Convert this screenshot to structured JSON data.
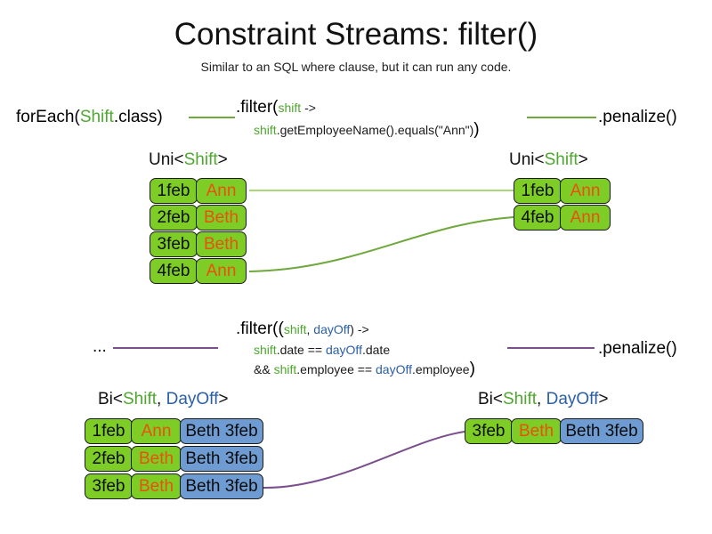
{
  "slide": {
    "title": "Constraint Streams: filter()",
    "subtitle": "Similar to an SQL where clause, but it can run any code."
  },
  "colors": {
    "green_fill": "#7DCD26",
    "blue_fill": "#6E9BD1",
    "shift_token": "#4EA72E",
    "dayoff_token": "#2A5FA8",
    "name_text": "#E8520E",
    "green_line": "#6FA83C",
    "light_green_line": "#A8D878",
    "purple_line": "#7B4F8E",
    "box_border": "#1b1b1b"
  },
  "pipeline_uni": {
    "source_label_prefix": "forEach(",
    "source_label_type": "Shift",
    "source_label_suffix": ".class)",
    "filter_open": ".filter(",
    "filter_param": "shift",
    "filter_arrow": " ->",
    "filter_body_var": "shift",
    "filter_body_rest": ".getEmployeeName().equals(\"Ann\")",
    "filter_close": ")",
    "penalize_label": ".penalize()",
    "input_header_prefix": "Uni<",
    "input_header_type": "Shift",
    "input_header_suffix": ">",
    "output_header_prefix": "Uni<",
    "output_header_type": "Shift",
    "output_header_suffix": ">"
  },
  "pipeline_bi": {
    "source_label": "...",
    "filter_open": ".filter((",
    "filter_param_a": "shift",
    "filter_param_sep": ", ",
    "filter_param_b": "dayOff",
    "filter_arrow": ") ->",
    "cond1_var_a": "shift",
    "cond1_mid": ".date == ",
    "cond1_var_b": "dayOff",
    "cond1_end": ".date",
    "cond2_prefix": "&& ",
    "cond2_var_a": "shift",
    "cond2_mid": ".employee == ",
    "cond2_var_b": "dayOff",
    "cond2_end": ".employee",
    "filter_close": ")",
    "penalize_label": ".penalize()",
    "input_header_prefix": "Bi<",
    "input_header_type_a": "Shift",
    "input_header_comma": ", ",
    "input_header_type_b": "DayOff",
    "input_header_suffix": ">",
    "output_header_prefix": "Bi<",
    "output_header_type_a": "Shift",
    "output_header_comma": ", ",
    "output_header_type_b": "DayOff",
    "output_header_suffix": ">"
  },
  "uni_input_rows": [
    {
      "date": "1feb",
      "name": "Ann"
    },
    {
      "date": "2feb",
      "name": "Beth"
    },
    {
      "date": "3feb",
      "name": "Beth"
    },
    {
      "date": "4feb",
      "name": "Ann"
    }
  ],
  "uni_output_rows": [
    {
      "date": "1feb",
      "name": "Ann"
    },
    {
      "date": "4feb",
      "name": "Ann"
    }
  ],
  "bi_input_rows": [
    {
      "date": "1feb",
      "name": "Ann",
      "dayoff": "Beth 3feb"
    },
    {
      "date": "2feb",
      "name": "Beth",
      "dayoff": "Beth 3feb"
    },
    {
      "date": "3feb",
      "name": "Beth",
      "dayoff": "Beth 3feb"
    }
  ],
  "bi_output_rows": [
    {
      "date": "3feb",
      "name": "Beth",
      "dayoff": "Beth 3feb"
    }
  ]
}
